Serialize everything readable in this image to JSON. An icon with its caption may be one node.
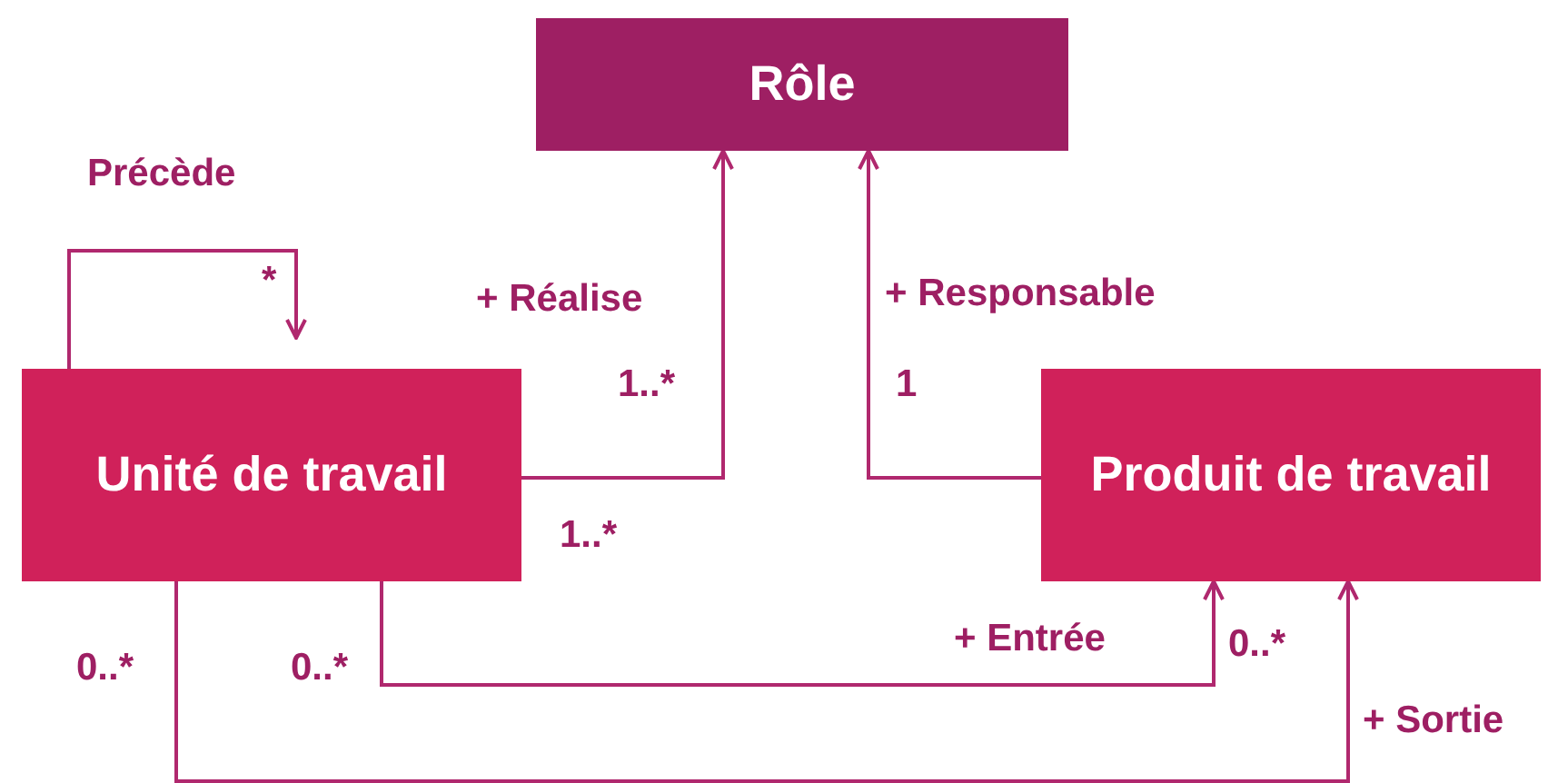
{
  "diagram": {
    "nodes": [
      {
        "text": [
          "Rôle"
        ]
      },
      {
        "text": [
          "Unité de travail"
        ]
      },
      {
        "text": [
          "Produit de travail"
        ]
      }
    ],
    "edges": [
      {
        "from": 1,
        "to": 1,
        "arrow": "to",
        "label": "Précède"
      },
      {
        "from": 1,
        "to": 0,
        "arrow": "to",
        "label": "+ Réalise"
      },
      {
        "from": 2,
        "to": 0,
        "arrow": "to",
        "label": "+ Responsable"
      },
      {
        "from": 1,
        "to": 2,
        "arrow": "to",
        "label": "+ Entrée"
      },
      {
        "from": 1,
        "to": 2,
        "arrow": "to",
        "label": "+ Sortie"
      }
    ],
    "labels": [
      "*",
      "1..*",
      "1",
      "1..*",
      "0..*",
      "0..*",
      "0..*"
    ]
  }
}
